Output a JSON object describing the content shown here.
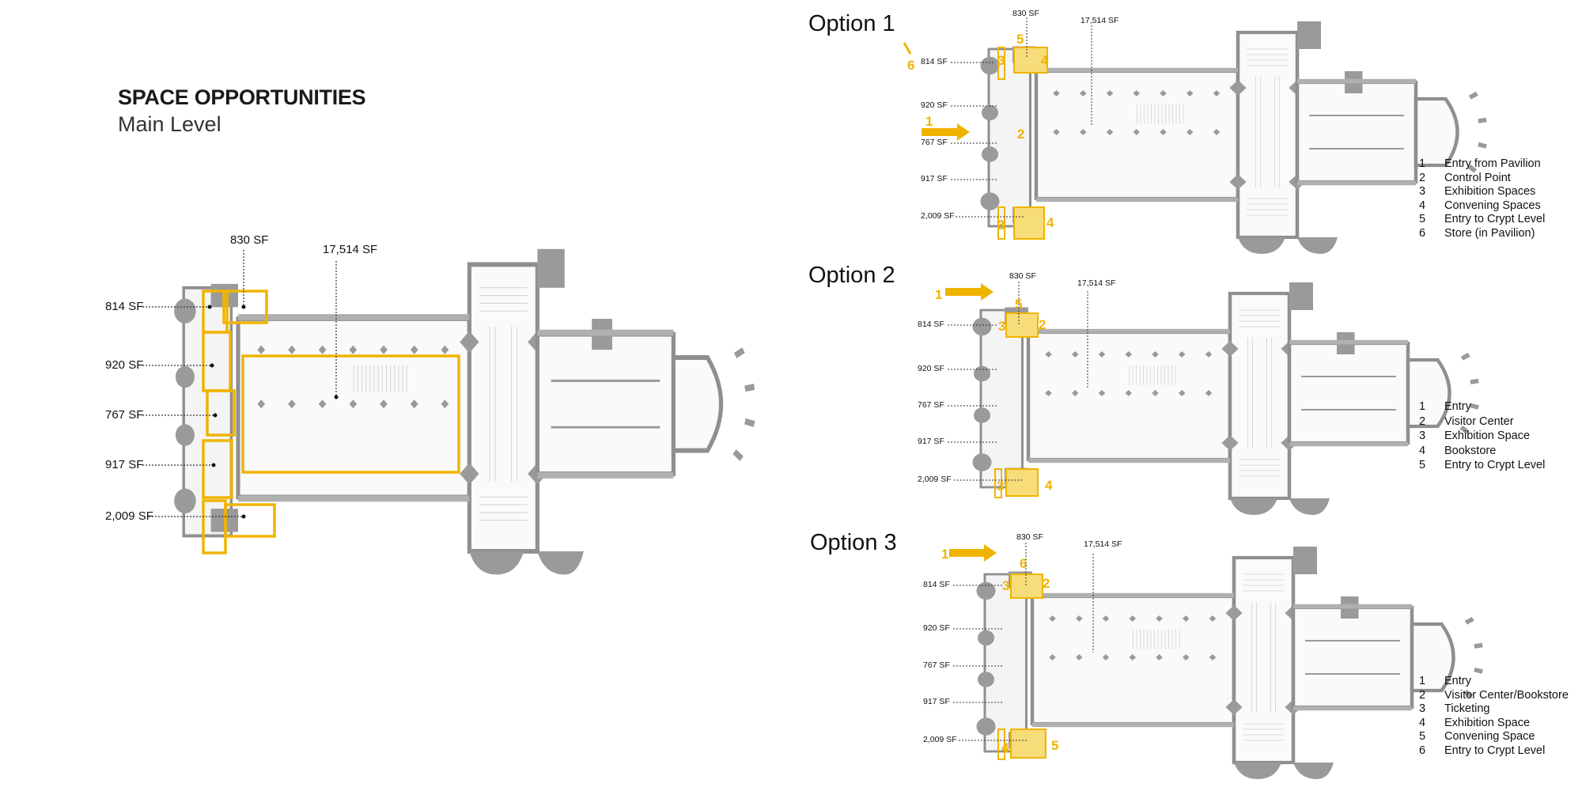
{
  "main": {
    "title": "SPACE OPPORTUNITIES",
    "subtitle": "Main Level",
    "labels": {
      "a830": "830 SF",
      "a17514": "17,514 SF",
      "a814": "814 SF",
      "a920": "920 SF",
      "a767": "767 SF",
      "a917": "917 SF",
      "a2009": "2,009 SF"
    }
  },
  "options": [
    {
      "title": "Option 1",
      "legend": [
        {
          "num": "1",
          "text": "Entry from Pavilion"
        },
        {
          "num": "2",
          "text": "Control Point"
        },
        {
          "num": "3",
          "text": "Exhibition Spaces"
        },
        {
          "num": "4",
          "text": "Convening Spaces"
        },
        {
          "num": "5",
          "text": "Entry to Crypt Level"
        },
        {
          "num": "6",
          "text": "Store (in Pavilion)"
        }
      ]
    },
    {
      "title": "Option 2",
      "legend": [
        {
          "num": "1",
          "text": "Entry"
        },
        {
          "num": "2",
          "text": "Visitor Center"
        },
        {
          "num": "3",
          "text": "Exhibition Space"
        },
        {
          "num": "4",
          "text": "Bookstore"
        },
        {
          "num": "5",
          "text": "Entry to Crypt Level"
        }
      ]
    },
    {
      "title": "Option 3",
      "legend": [
        {
          "num": "1",
          "text": "Entry"
        },
        {
          "num": "2",
          "text": "Visitor Center/Bookstore"
        },
        {
          "num": "3",
          "text": "Ticketing"
        },
        {
          "num": "4",
          "text": "Exhibition Space"
        },
        {
          "num": "5",
          "text": "Convening Space"
        },
        {
          "num": "6",
          "text": "Entry to Crypt Level"
        }
      ]
    }
  ],
  "colors": {
    "highlight": "#f0b400",
    "plan": "#9a9a9a",
    "fill": "#f7dc7a"
  }
}
